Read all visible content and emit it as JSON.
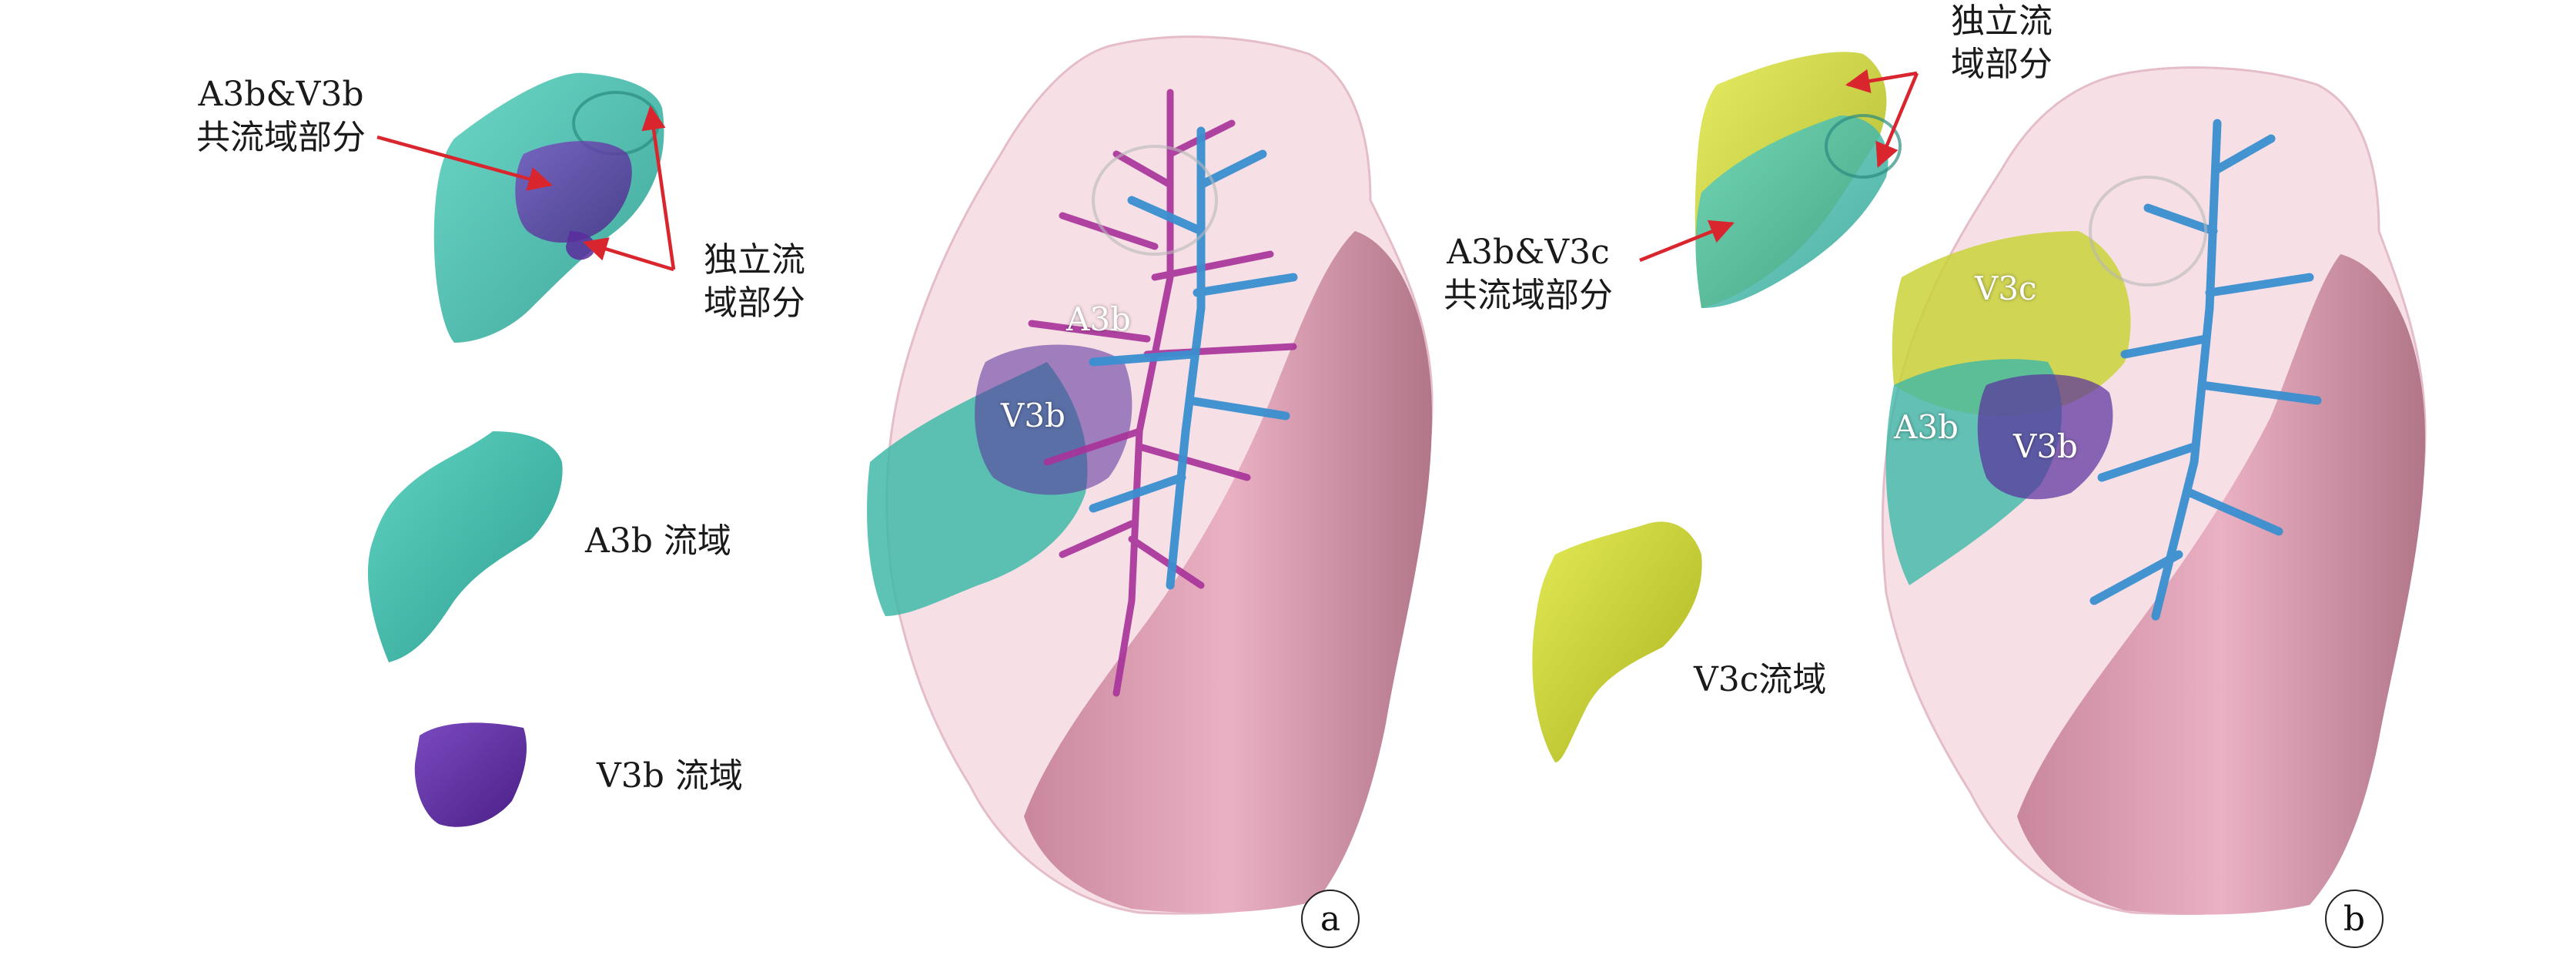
{
  "panel_a": {
    "shared_label_line1": "A3b&V3b",
    "shared_label_line2": "共流域部分",
    "independent_label_line1": "独立流",
    "independent_label_line2": "域部分",
    "a3b_legend": "A3b 流域",
    "v3b_legend": "V3b 流域",
    "lung_label_a3b": "A3b",
    "lung_label_v3b": "V3b",
    "tag": "a"
  },
  "panel_b": {
    "independent_label_line1": "独立流",
    "independent_label_line2": "域部分",
    "shared_label_line1": "A3b&V3c",
    "shared_label_line2": "共流域部分",
    "v3c_legend": "V3c流域",
    "lung_label_v3c": "V3c",
    "lung_label_a3b": "A3b",
    "lung_label_v3b": "V3b",
    "tag": "b"
  },
  "colors": {
    "a3b_teal": "#3fb8a8",
    "v3b_purple": "#5a2d9c",
    "v3c_yellow": "#c9d23a",
    "lung_pink": "#efc0cf",
    "vessel_blue": "#3a8fd0",
    "vessel_magenta": "#a8329a",
    "arrow_red": "#d9262e"
  }
}
